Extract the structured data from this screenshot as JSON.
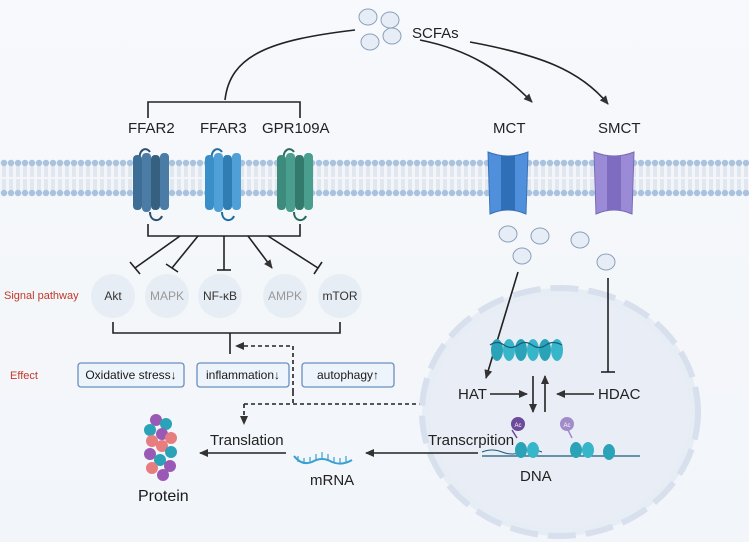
{
  "ligand": {
    "label": "SCFAs"
  },
  "receptors": [
    "FFAR2",
    "FFAR3",
    "GPR109A"
  ],
  "transporters": [
    "MCT",
    "SMCT"
  ],
  "row_labels": {
    "signal": "Signal pathway",
    "effect": "Effect"
  },
  "pathways": [
    {
      "label": "Akt",
      "dim": false
    },
    {
      "label": "MAPK",
      "dim": true
    },
    {
      "label": "NF-κB",
      "dim": false
    },
    {
      "label": "AMPK",
      "dim": true
    },
    {
      "label": "mTOR",
      "dim": false
    }
  ],
  "effects": [
    "Oxidative stress↓",
    "inflammation↓",
    "autophagy↑"
  ],
  "nucleus": {
    "hat": "HAT",
    "hdac": "HDAC",
    "dna": "DNA",
    "ac": "Ac"
  },
  "process": {
    "transcription": "Transcrpition",
    "translation": "Translation",
    "mrna": "mRNA",
    "protein": "Protein"
  },
  "colors": {
    "ffar2": "#3e6e96",
    "ffar3": "#3a8fc9",
    "gpr109a": "#3d8b7c",
    "mct": "#4f8fdb",
    "smct": "#9b8bd6",
    "pathway_red": "#c0392b",
    "effect_border": "#6a8fbf",
    "effect_fill": "#eef4fb"
  }
}
